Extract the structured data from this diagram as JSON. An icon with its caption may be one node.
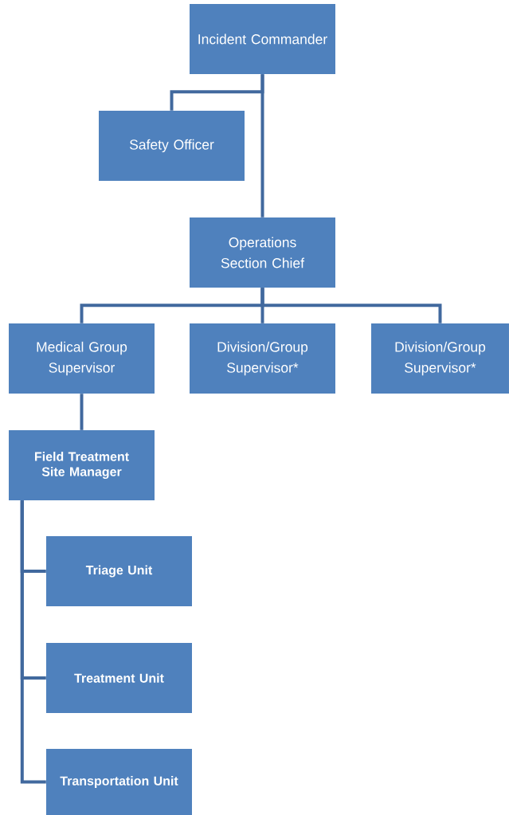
{
  "diagram": {
    "nodes": [
      {
        "text": [
          "Incident Commander"
        ]
      },
      {
        "text": [
          "Safety Officer"
        ]
      },
      {
        "text": [
          "Operations Section Chief"
        ]
      },
      {
        "text": [
          "Medical Group Supervisor"
        ]
      },
      {
        "text": [
          "Division/Group Supervisor*"
        ]
      },
      {
        "text": [
          "Division/Group Supervisor*"
        ]
      },
      {
        "text": [
          "Field Treatment Site Manager"
        ]
      },
      {
        "text": [
          "Triage Unit"
        ]
      },
      {
        "text": [
          "Treatment Unit"
        ]
      },
      {
        "text": [
          "Transportation Unit"
        ]
      }
    ],
    "edges": [
      {
        "from": 0,
        "to": 1,
        "arrow": "none"
      },
      {
        "from": 0,
        "to": 2,
        "arrow": "none"
      },
      {
        "from": 2,
        "to": 3,
        "arrow": "none"
      },
      {
        "from": 2,
        "to": 4,
        "arrow": "none"
      },
      {
        "from": 2,
        "to": 5,
        "arrow": "none"
      },
      {
        "from": 3,
        "to": 6,
        "arrow": "none"
      },
      {
        "from": 6,
        "to": 7,
        "arrow": "none"
      },
      {
        "from": 6,
        "to": 8,
        "arrow": "none"
      },
      {
        "from": 6,
        "to": 9,
        "arrow": "none"
      }
    ]
  }
}
